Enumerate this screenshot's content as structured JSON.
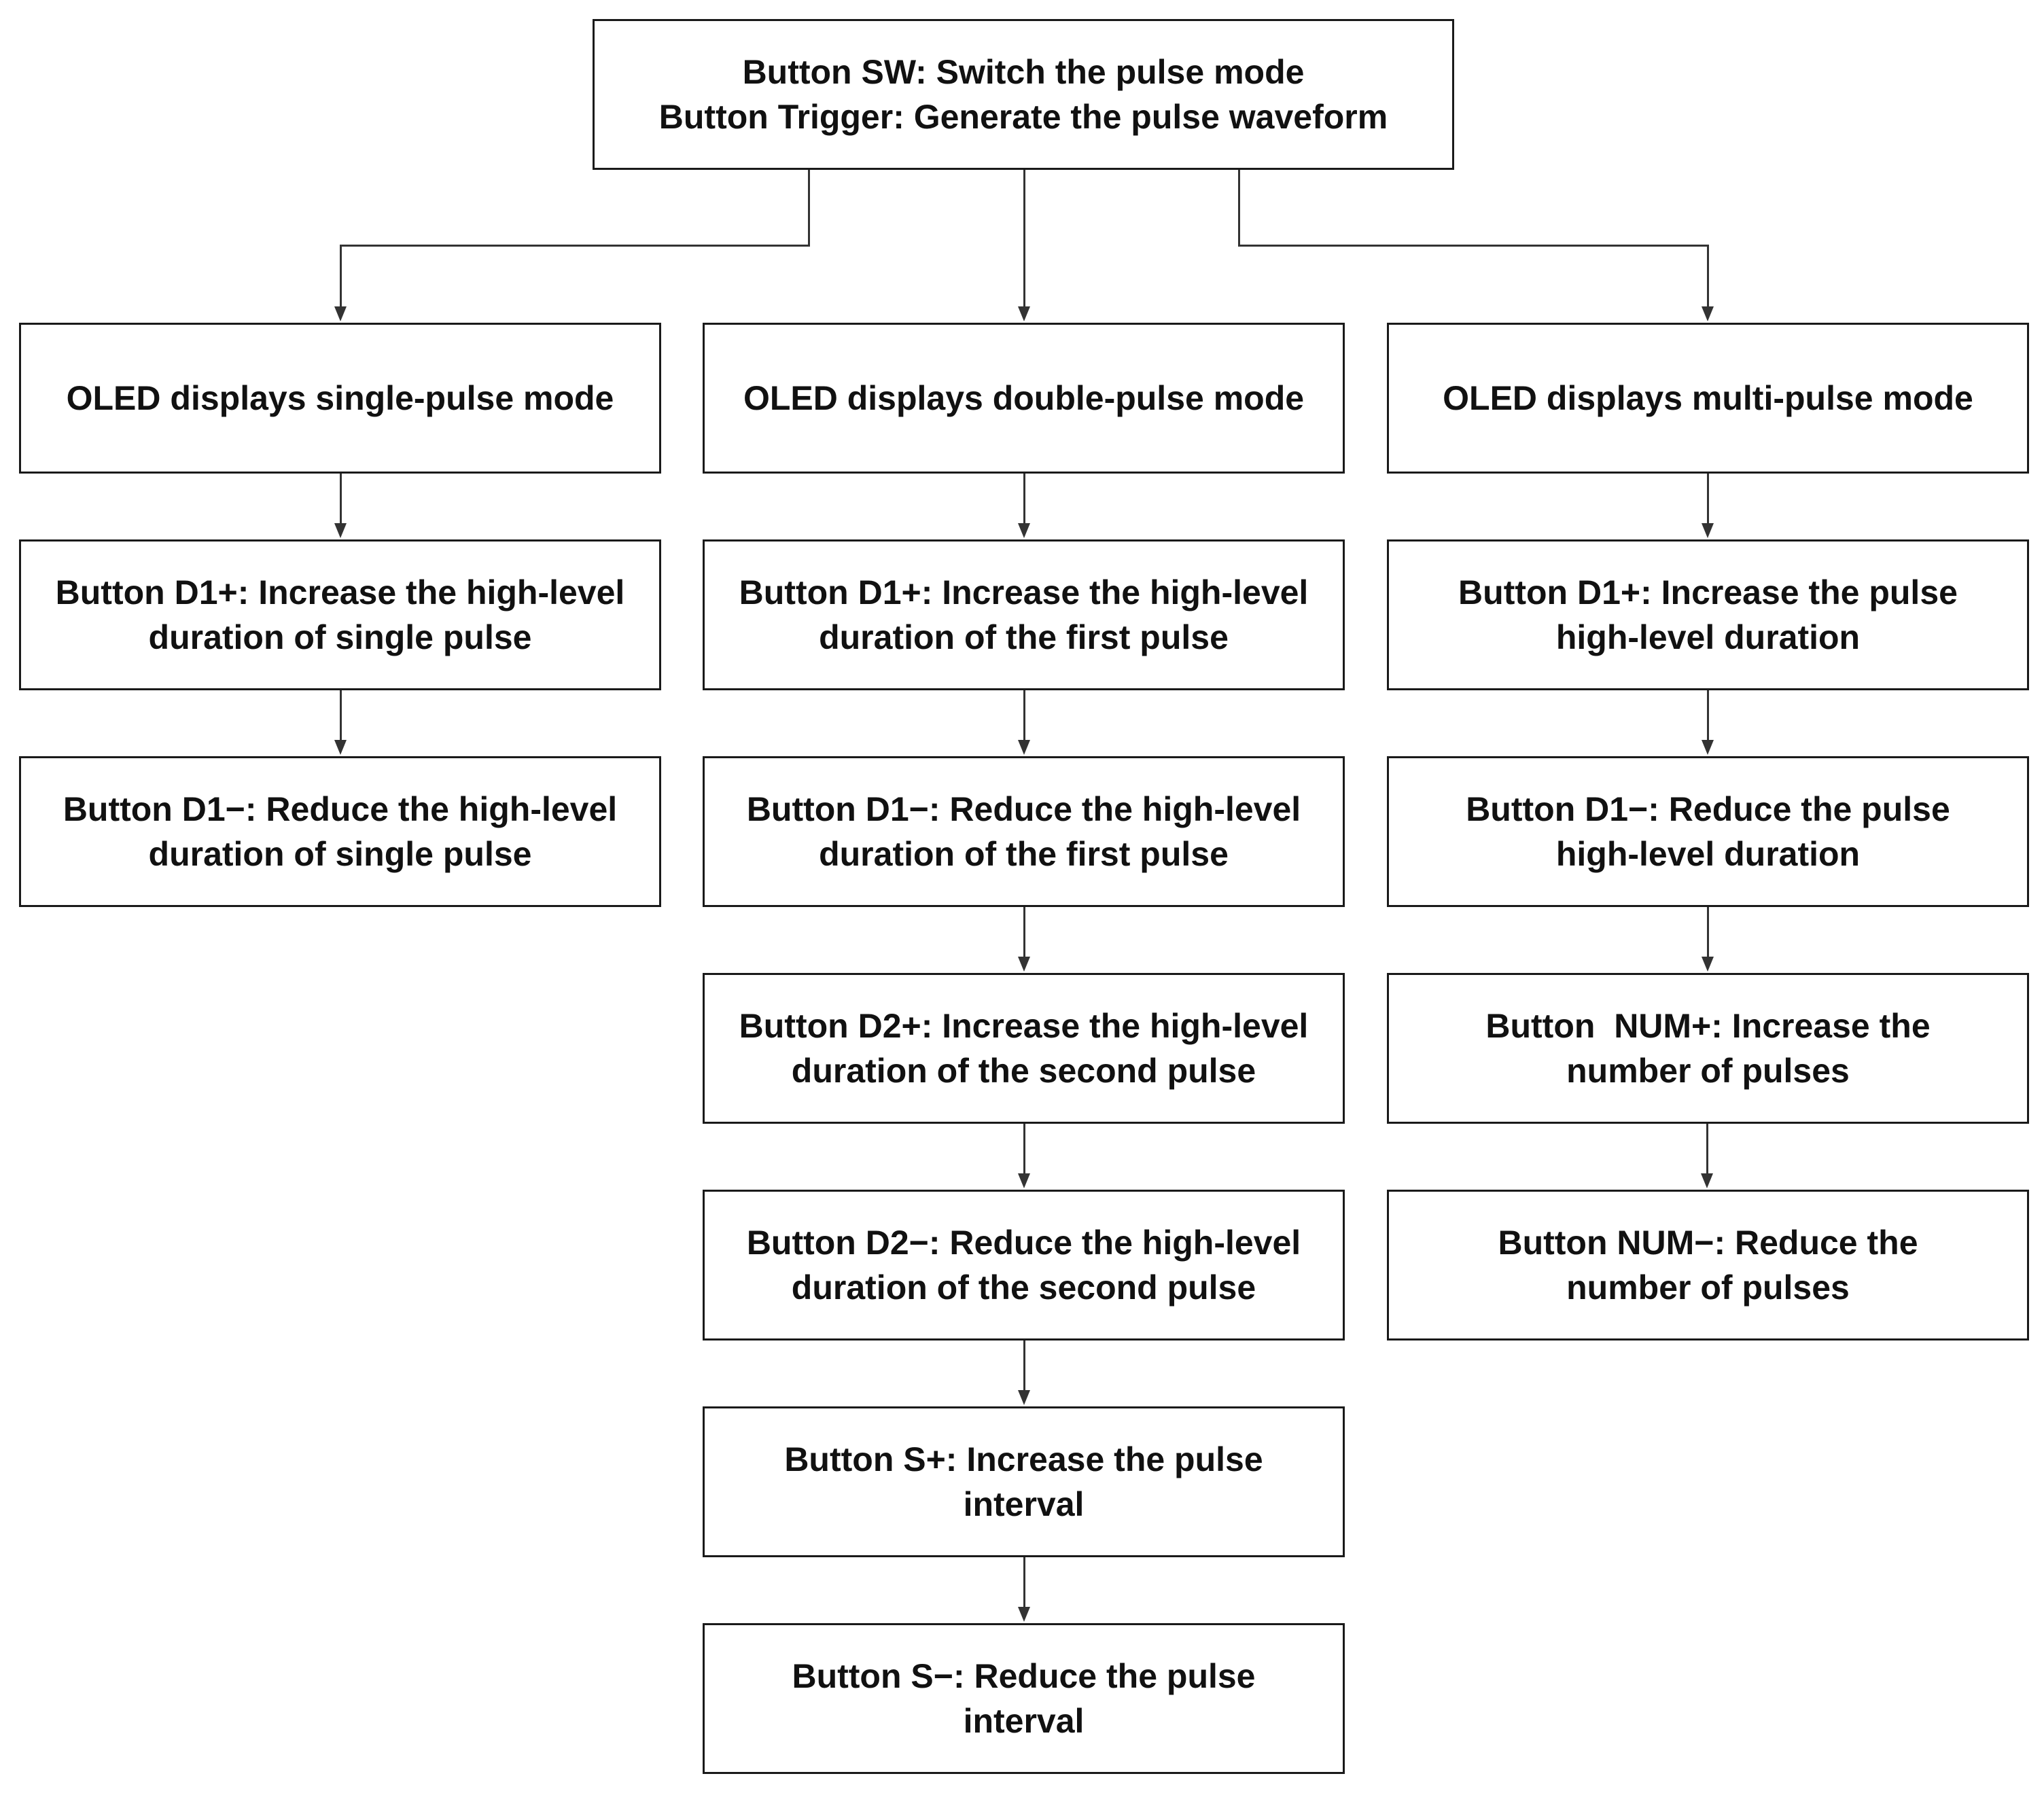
{
  "root": {
    "line1": "Button SW: Switch the pulse mode",
    "line2": "Button Trigger: Generate the pulse waveform"
  },
  "single": {
    "mode": "OLED displays single-pulse mode",
    "d1_plus_1": "Button D1+: Increase the high-level",
    "d1_plus_2": "duration of single pulse",
    "d1_minus_1": "Button D1−: Reduce the high-level",
    "d1_minus_2": "duration of single pulse"
  },
  "double": {
    "mode": "OLED displays double-pulse mode",
    "d1_plus_1": "Button D1+: Increase the high-level",
    "d1_plus_2": "duration of the first pulse",
    "d1_minus_1": "Button D1−: Reduce the high-level",
    "d1_minus_2": "duration of the first pulse",
    "d2_plus_1": "Button D2+: Increase the high-level",
    "d2_plus_2": "duration of the second pulse",
    "d2_minus_1": "Button D2−: Reduce the high-level",
    "d2_minus_2": "duration of the second pulse",
    "s_plus_1": "Button S+: Increase the pulse",
    "s_plus_2": "interval",
    "s_minus_1": "Button S−: Reduce the pulse",
    "s_minus_2": "interval"
  },
  "multi": {
    "mode": "OLED displays multi-pulse mode",
    "d1_plus_1": "Button D1+: Increase the pulse",
    "d1_plus_2": "high-level duration",
    "d1_minus_1": "Button D1−: Reduce the pulse",
    "d1_minus_2": "high-level duration",
    "num_plus_1": "Button  NUM+: Increase the",
    "num_plus_2": "number of pulses",
    "num_minus_1": "Button NUM−: Reduce the",
    "num_minus_2": "number of pulses"
  }
}
